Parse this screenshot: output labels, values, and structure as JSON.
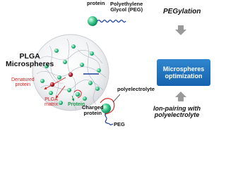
{
  "labels": {
    "protein_top": "protein",
    "peg_top": "Polyethylene\nGlycol (PEG)",
    "plga_title": "PLGA\nMicrospheres",
    "denatured": "Denatured\nprotein",
    "plga_matrix": "PLGA\nmatrix",
    "protein_green": "Protein",
    "polyelectrolyte": "polyelectrolyte",
    "charged_protein": "Charged\nprotein",
    "peg_bottom": "PEG"
  },
  "right_panel": {
    "pegylation": "PEGylation",
    "optimization": "Microspheres\noptimization",
    "ion_pairing": "Ion-pairing with\npolyelectrolyte"
  },
  "colors": {
    "protein": "#34c08a",
    "denatured": "#b01e2a",
    "peg": "#1f3f9a",
    "polyelectrolyte": "#d42a2a",
    "box": "#1f6fbf",
    "arrow": "#9a9a9a"
  }
}
